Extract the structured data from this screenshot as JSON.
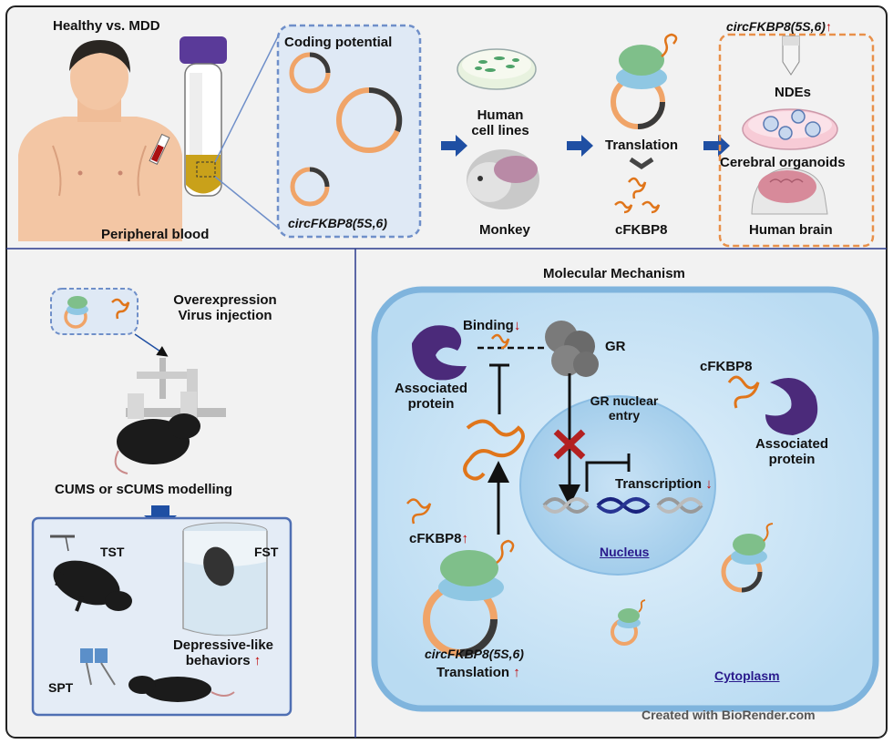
{
  "top": {
    "group_label": "Healthy vs. MDD",
    "sample_label": "Peripheral blood",
    "coding_title": "Coding potential",
    "circ_name": "circFKBP8(5S,6)",
    "cell_lines": "Human\ncell lines",
    "monkey": "Monkey",
    "translation": "Translation",
    "product": "cFKBP8",
    "validation_title": "circFKBP8(5S,6)",
    "validation_arrow": "↑",
    "ndes": "NDEs",
    "organoids": "Cerebral organoids",
    "human_brain": "Human brain"
  },
  "left": {
    "intervention": "Overexpression\nVirus injection",
    "modelling": "CUMS or sCUMS modelling",
    "tst": "TST",
    "fst": "FST",
    "spt": "SPT",
    "behaviors": "Depressive-like\nbehaviors",
    "behaviors_arrow": "↑"
  },
  "mechanism": {
    "title": "Molecular Mechanism",
    "binding": "Binding",
    "binding_arrow": "↓",
    "gr": "GR",
    "associated_protein": "Associated\nprotein",
    "gr_entry": "GR nuclear\nentry",
    "cfkbp8_right": "cFKBP8",
    "associated_protein_right": "Associated\nprotein",
    "transcription": "Transcription",
    "transcription_arrow": "↓",
    "cfkbp8_left": "cFKBP8",
    "cfkbp8_arrow": "↑",
    "nucleus": "Nucleus",
    "circ_name": "circFKBP8(5S,6)",
    "translation": "Translation",
    "translation_arrow": "↑",
    "cytoplasm": "Cytoplasm"
  },
  "credit": "Created with BioRender.com",
  "colors": {
    "circ_orange": "#f0a468",
    "circ_dark": "#3a3a3a",
    "panel_blue_border": "#6f8fc9",
    "validation_border": "#e8904a",
    "cell_fill": "#cfe6f7",
    "nucleus_fill": "#b4d6ef",
    "arrow_blue": "#1f4fa3",
    "up_down_red": "#c00000",
    "ribosome_green": "#7fbf8a",
    "ribosome_blue": "#8fc7e3",
    "protein_purple": "#4b2a7a",
    "gr_grey": "#7a7a7a"
  }
}
